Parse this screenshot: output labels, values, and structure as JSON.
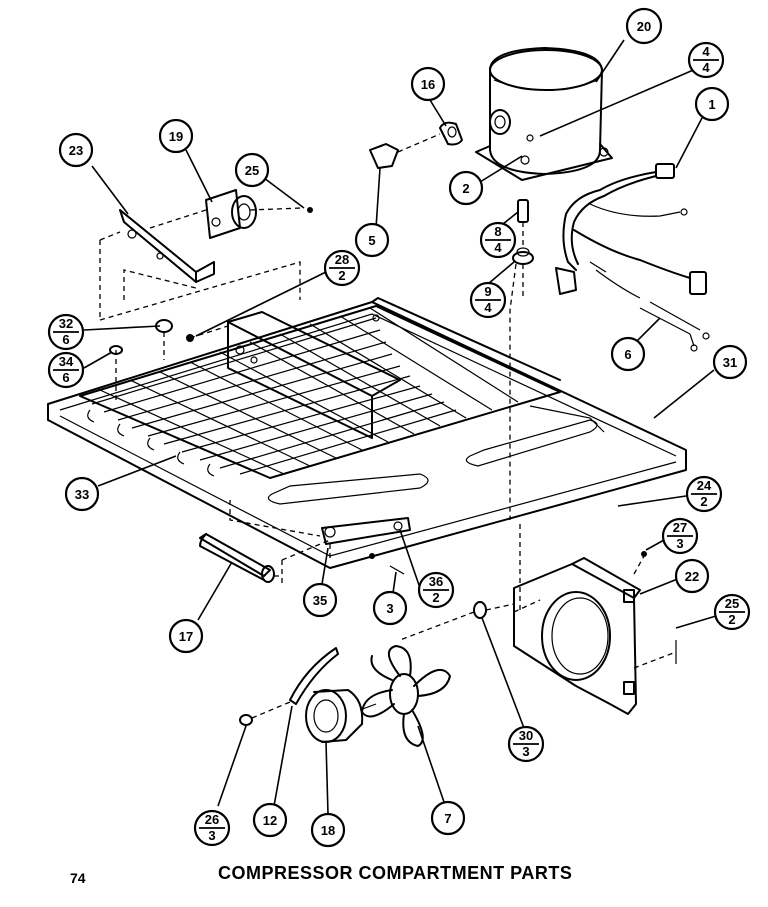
{
  "page_number": "74",
  "title": "COMPRESSOR COMPARTMENT PARTS",
  "callouts": [
    {
      "id": "c1",
      "top": "1"
    },
    {
      "id": "c2",
      "top": "2"
    },
    {
      "id": "c3",
      "top": "3"
    },
    {
      "id": "c4",
      "top": "4",
      "bottom": "4"
    },
    {
      "id": "c5",
      "top": "5"
    },
    {
      "id": "c6",
      "top": "6"
    },
    {
      "id": "c7",
      "top": "7"
    },
    {
      "id": "c8",
      "top": "8",
      "bottom": "4"
    },
    {
      "id": "c9",
      "top": "9",
      "bottom": "4"
    },
    {
      "id": "c12",
      "top": "12"
    },
    {
      "id": "c16",
      "top": "16"
    },
    {
      "id": "c17",
      "top": "17"
    },
    {
      "id": "c18",
      "top": "18"
    },
    {
      "id": "c19",
      "top": "19"
    },
    {
      "id": "c20",
      "top": "20"
    },
    {
      "id": "c22",
      "top": "22"
    },
    {
      "id": "c23",
      "top": "23"
    },
    {
      "id": "c24",
      "top": "24",
      "bottom": "2"
    },
    {
      "id": "c25a",
      "top": "25"
    },
    {
      "id": "c25b",
      "top": "25",
      "bottom": "2"
    },
    {
      "id": "c26",
      "top": "26",
      "bottom": "3"
    },
    {
      "id": "c27",
      "top": "27",
      "bottom": "3"
    },
    {
      "id": "c28",
      "top": "28",
      "bottom": "2"
    },
    {
      "id": "c30",
      "top": "30",
      "bottom": "3"
    },
    {
      "id": "c31",
      "top": "31"
    },
    {
      "id": "c32",
      "top": "32",
      "bottom": "6"
    },
    {
      "id": "c33",
      "top": "33"
    },
    {
      "id": "c34",
      "top": "34",
      "bottom": "6"
    },
    {
      "id": "c35",
      "top": "35"
    },
    {
      "id": "c36",
      "top": "36",
      "bottom": "2"
    }
  ]
}
